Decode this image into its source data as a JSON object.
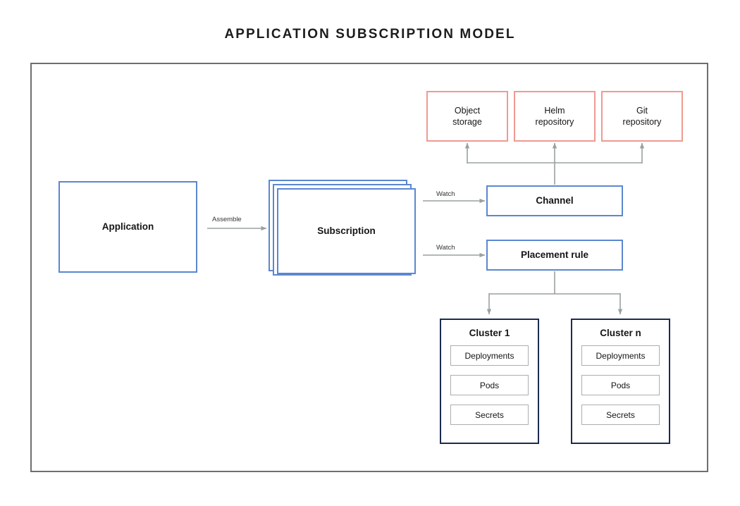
{
  "title": "APPLICATION SUBSCRIPTION MODEL",
  "colors": {
    "frame": "#6e6e6e",
    "blue": "#5b87d0",
    "red": "#ef9a92",
    "navy": "#1b2a4e",
    "connector": "#9aa0a0",
    "subbox": "#adadad",
    "text": "#151515",
    "background": "#ffffff"
  },
  "sources": {
    "object_storage": "Object\nstorage",
    "object_storage_line1": "Object",
    "object_storage_line2": "storage",
    "helm_line1": "Helm",
    "helm_line2": "repository",
    "git_line1": "Git",
    "git_line2": "repository"
  },
  "nodes": {
    "application": "Application",
    "subscription": "Subscription",
    "channel": "Channel",
    "placement_rule": "Placement rule"
  },
  "edges": {
    "assemble": "Assemble",
    "watch_channel": "Watch",
    "watch_placement": "Watch"
  },
  "clusters": [
    {
      "title": "Cluster 1",
      "items": [
        "Deployments",
        "Pods",
        "Secrets"
      ]
    },
    {
      "title": "Cluster n",
      "items": [
        "Deployments",
        "Pods",
        "Secrets"
      ]
    }
  ]
}
